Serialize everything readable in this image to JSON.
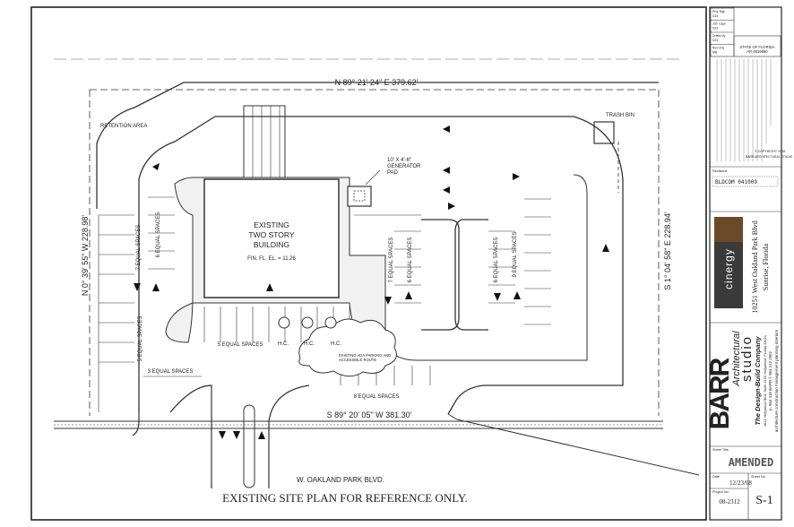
{
  "bearings": {
    "north": "N 89° 21' 24\" E 379.62'",
    "south": "S 89° 20' 05\" W 381.30'",
    "west": "N 0° 39' 55\" W 228.98'",
    "east": "S 1° 04' 58\" E 228.94'"
  },
  "labels": {
    "retention": "RETENTION AREA",
    "trash": "TRASH BIN",
    "generator_1": "10' X 4'-6\"",
    "generator_2": "GENERATOR",
    "generator_3": "PAD",
    "building_1": "EXISTING",
    "building_2": "TWO STORY",
    "building_3": "BUILDING",
    "floor_elev": "FIN. FL. EL. = 11.26",
    "road": "W. OAKLAND PARK BLVD.",
    "ada_note_1": "EXISTING ADA PARKING AND",
    "ada_note_2": "ACCESSIBLE ROUTE"
  },
  "parking_labels": {
    "p7_left": "7 EQUAL SPACES",
    "p6_left": "6 EQUAL SPACES",
    "p7_mid": "7 EQUAL SPACES",
    "p6_mid": "6 EQUAL SPACES",
    "p6_right": "6 EQUAL SPACES",
    "p9_right": "9 EQUAL SPACES",
    "p5_west": "5 EQUAL SPACES",
    "p3": "3 EQUAL SPACES",
    "p5_bottom": "5 EQUAL SPACES",
    "p8": "8 EQUAL SPACES",
    "hc1": "H.C.",
    "hc2": "H.C.",
    "hc3": "H.C."
  },
  "caption": "EXISTING SITE PLAN FOR REFERENCE ONLY.",
  "title_block": {
    "rev_rows": [
      "Proj. Mgr.",
      "Job. Capt.",
      "Drawn by",
      "Rev'd by"
    ],
    "rev_vals": [
      "D23",
      "D23",
      "D23",
      "MB"
    ],
    "seal_1": "STATE OF FLORIDA",
    "seal_2": "AR 0019880",
    "copyright_1": "© COPYRIGHT 2008",
    "copyright_2": "BARR ARCHITECTURAL STUDIO",
    "revisions_label": "Revisions",
    "revision_entry": "BLDCOM   041009",
    "client_logo": "cinergy",
    "client_address_1": "10251 West Oakland Park Blvd",
    "client_address_2": "Sunrise, Florida",
    "firm_logo": "BARR",
    "firm_name_1": "Architectural",
    "firm_name_2": "studio",
    "firm_tagline": "The Design-Build Company",
    "firm_address": "4621 Hollywood Blvd. Suite #100 Hollywood, Florida 33021",
    "firm_phone": "p. 954 418 BARR   f. 954 212 2962",
    "firm_services": "architecture  construction  management  planning  interiors",
    "sheet_title_label": "Sheet Title",
    "sheet_title_stamp": "AMENDED",
    "date_label": "Date",
    "date": "12/23/08",
    "project_no_label": "Project No.",
    "project_no": "08-2312",
    "sheet_no_label": "Sheet No.",
    "sheet_no": "S-1"
  }
}
